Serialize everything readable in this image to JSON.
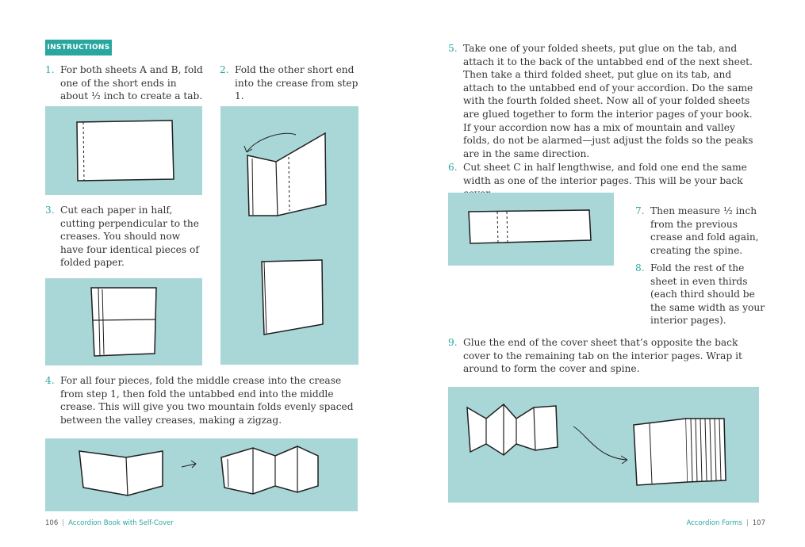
{
  "left_page": {
    "section_label": "INSTRUCTIONS",
    "steps": [
      {
        "num": "1.",
        "text": "For both sheets A and B, fold one of the short ends in about ½ inch to create a tab."
      },
      {
        "num": "2.",
        "text": "Fold the other short end into the crease from step 1."
      },
      {
        "num": "3.",
        "text": "Cut each paper in half, cutting perpendicular to the creases. You should now have four identical pieces of folded paper."
      },
      {
        "num": "4.",
        "text": "For all four pieces, fold the middle crease into the crease from step 1, then fold the untabbed end into the middle crease. This will give you two mountain folds evenly spaced between the valley creases, making a zigzag."
      }
    ],
    "footer": {
      "page_number": "106",
      "running_title": "Accordion Book with Self-Cover"
    }
  },
  "right_page": {
    "steps": [
      {
        "num": "5.",
        "text": "Take one of your folded sheets, put glue on the tab, and attach it to the back of the untabbed end of the next sheet. Then take a third folded sheet, put glue on its tab, and attach to the untabbed end of your accordion. Do the same with the fourth folded sheet. Now all of your folded sheets are glued together to form the interior pages of your book. If your accordion now has a mix of mountain and valley folds, do not be alarmed—just adjust the folds so the peaks are in the same direction."
      },
      {
        "num": "6.",
        "text": "Cut sheet C in half lengthwise, and fold one end the same width as one of the interior pages. This will be your back cover."
      },
      {
        "num": "7.",
        "text": "Then measure ½ inch from the previous crease and fold again, creating the spine."
      },
      {
        "num": "8.",
        "text": "Fold the rest of the sheet in even thirds (each third should be the same width as your interior pages)."
      },
      {
        "num": "9.",
        "text": "Glue the end of the cover sheet that’s opposite the back cover to the remaining tab on the interior pages. Wrap it around to form the cover and spine."
      }
    ],
    "footer": {
      "running_title": "Accordion Forms",
      "page_number": "107"
    }
  },
  "colors": {
    "accent": "#2aa6a0",
    "panel": "#a9d7d7",
    "ink": "#1f1f1f"
  }
}
